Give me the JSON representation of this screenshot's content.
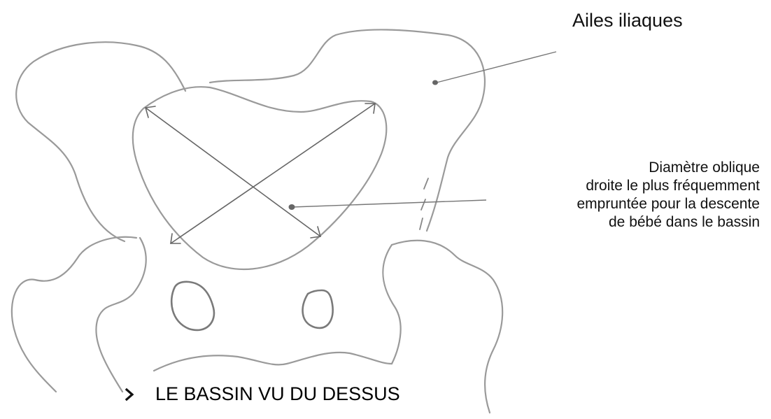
{
  "labels": {
    "iliac_wings": "Ailes iliaques",
    "oblique_diameter": [
      "Diamètre oblique",
      "droite le plus fréquemment",
      "empruntée pour la descente",
      "de bébé dans le bassin"
    ]
  },
  "caption": {
    "icon": "chevron-right-icon",
    "text": "LE BASSIN VU DU DESSUS"
  },
  "colors": {
    "pencil": "#9a9a9a",
    "pencil_dark": "#7a7a7a",
    "arrow": "#666666",
    "text": "#111111",
    "background": "#ffffff"
  }
}
